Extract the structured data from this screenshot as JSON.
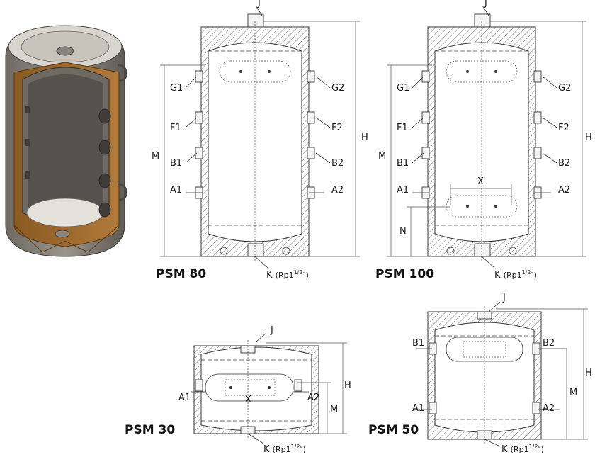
{
  "labels": {
    "J": "J",
    "H": "H",
    "M": "M",
    "N": "N",
    "X": "X",
    "G1": "G1",
    "G2": "G2",
    "F1": "F1",
    "F2": "F2",
    "B1": "B1",
    "B2": "B2",
    "A1": "A1",
    "A2": "A2",
    "K": "K",
    "K_paren_open": "(Rp1",
    "K_sup": "1/2",
    "K_paren_close": "″)"
  },
  "titles": {
    "psm80": "PSM 80",
    "psm100": "PSM 100",
    "psm30": "PSM 30",
    "psm50": "PSM 50"
  }
}
